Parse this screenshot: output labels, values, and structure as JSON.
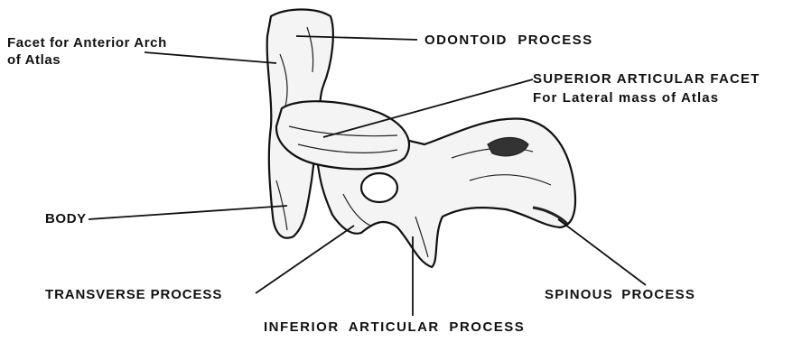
{
  "labels": {
    "facet_anterior_arch_line1": "Facet for Anterior Arch",
    "facet_anterior_arch_line2": "of Atlas",
    "odontoid_process": "ODONTOID PROCESS",
    "superior_articular_facet_line1": "SUPERIOR ARTICULAR FACET",
    "superior_articular_facet_line2": "For Lateral mass of Atlas",
    "body": "BODY",
    "transverse_process": "TRANSVERSE PROCESS",
    "spinous_process": "SPINOUS PROCESS",
    "inferior_articular_process": "INFERIOR ARTICULAR PROCESS"
  },
  "colors": {
    "ink": "#111111",
    "background": "#ffffff",
    "bone_fill": "#f4f4f4"
  }
}
